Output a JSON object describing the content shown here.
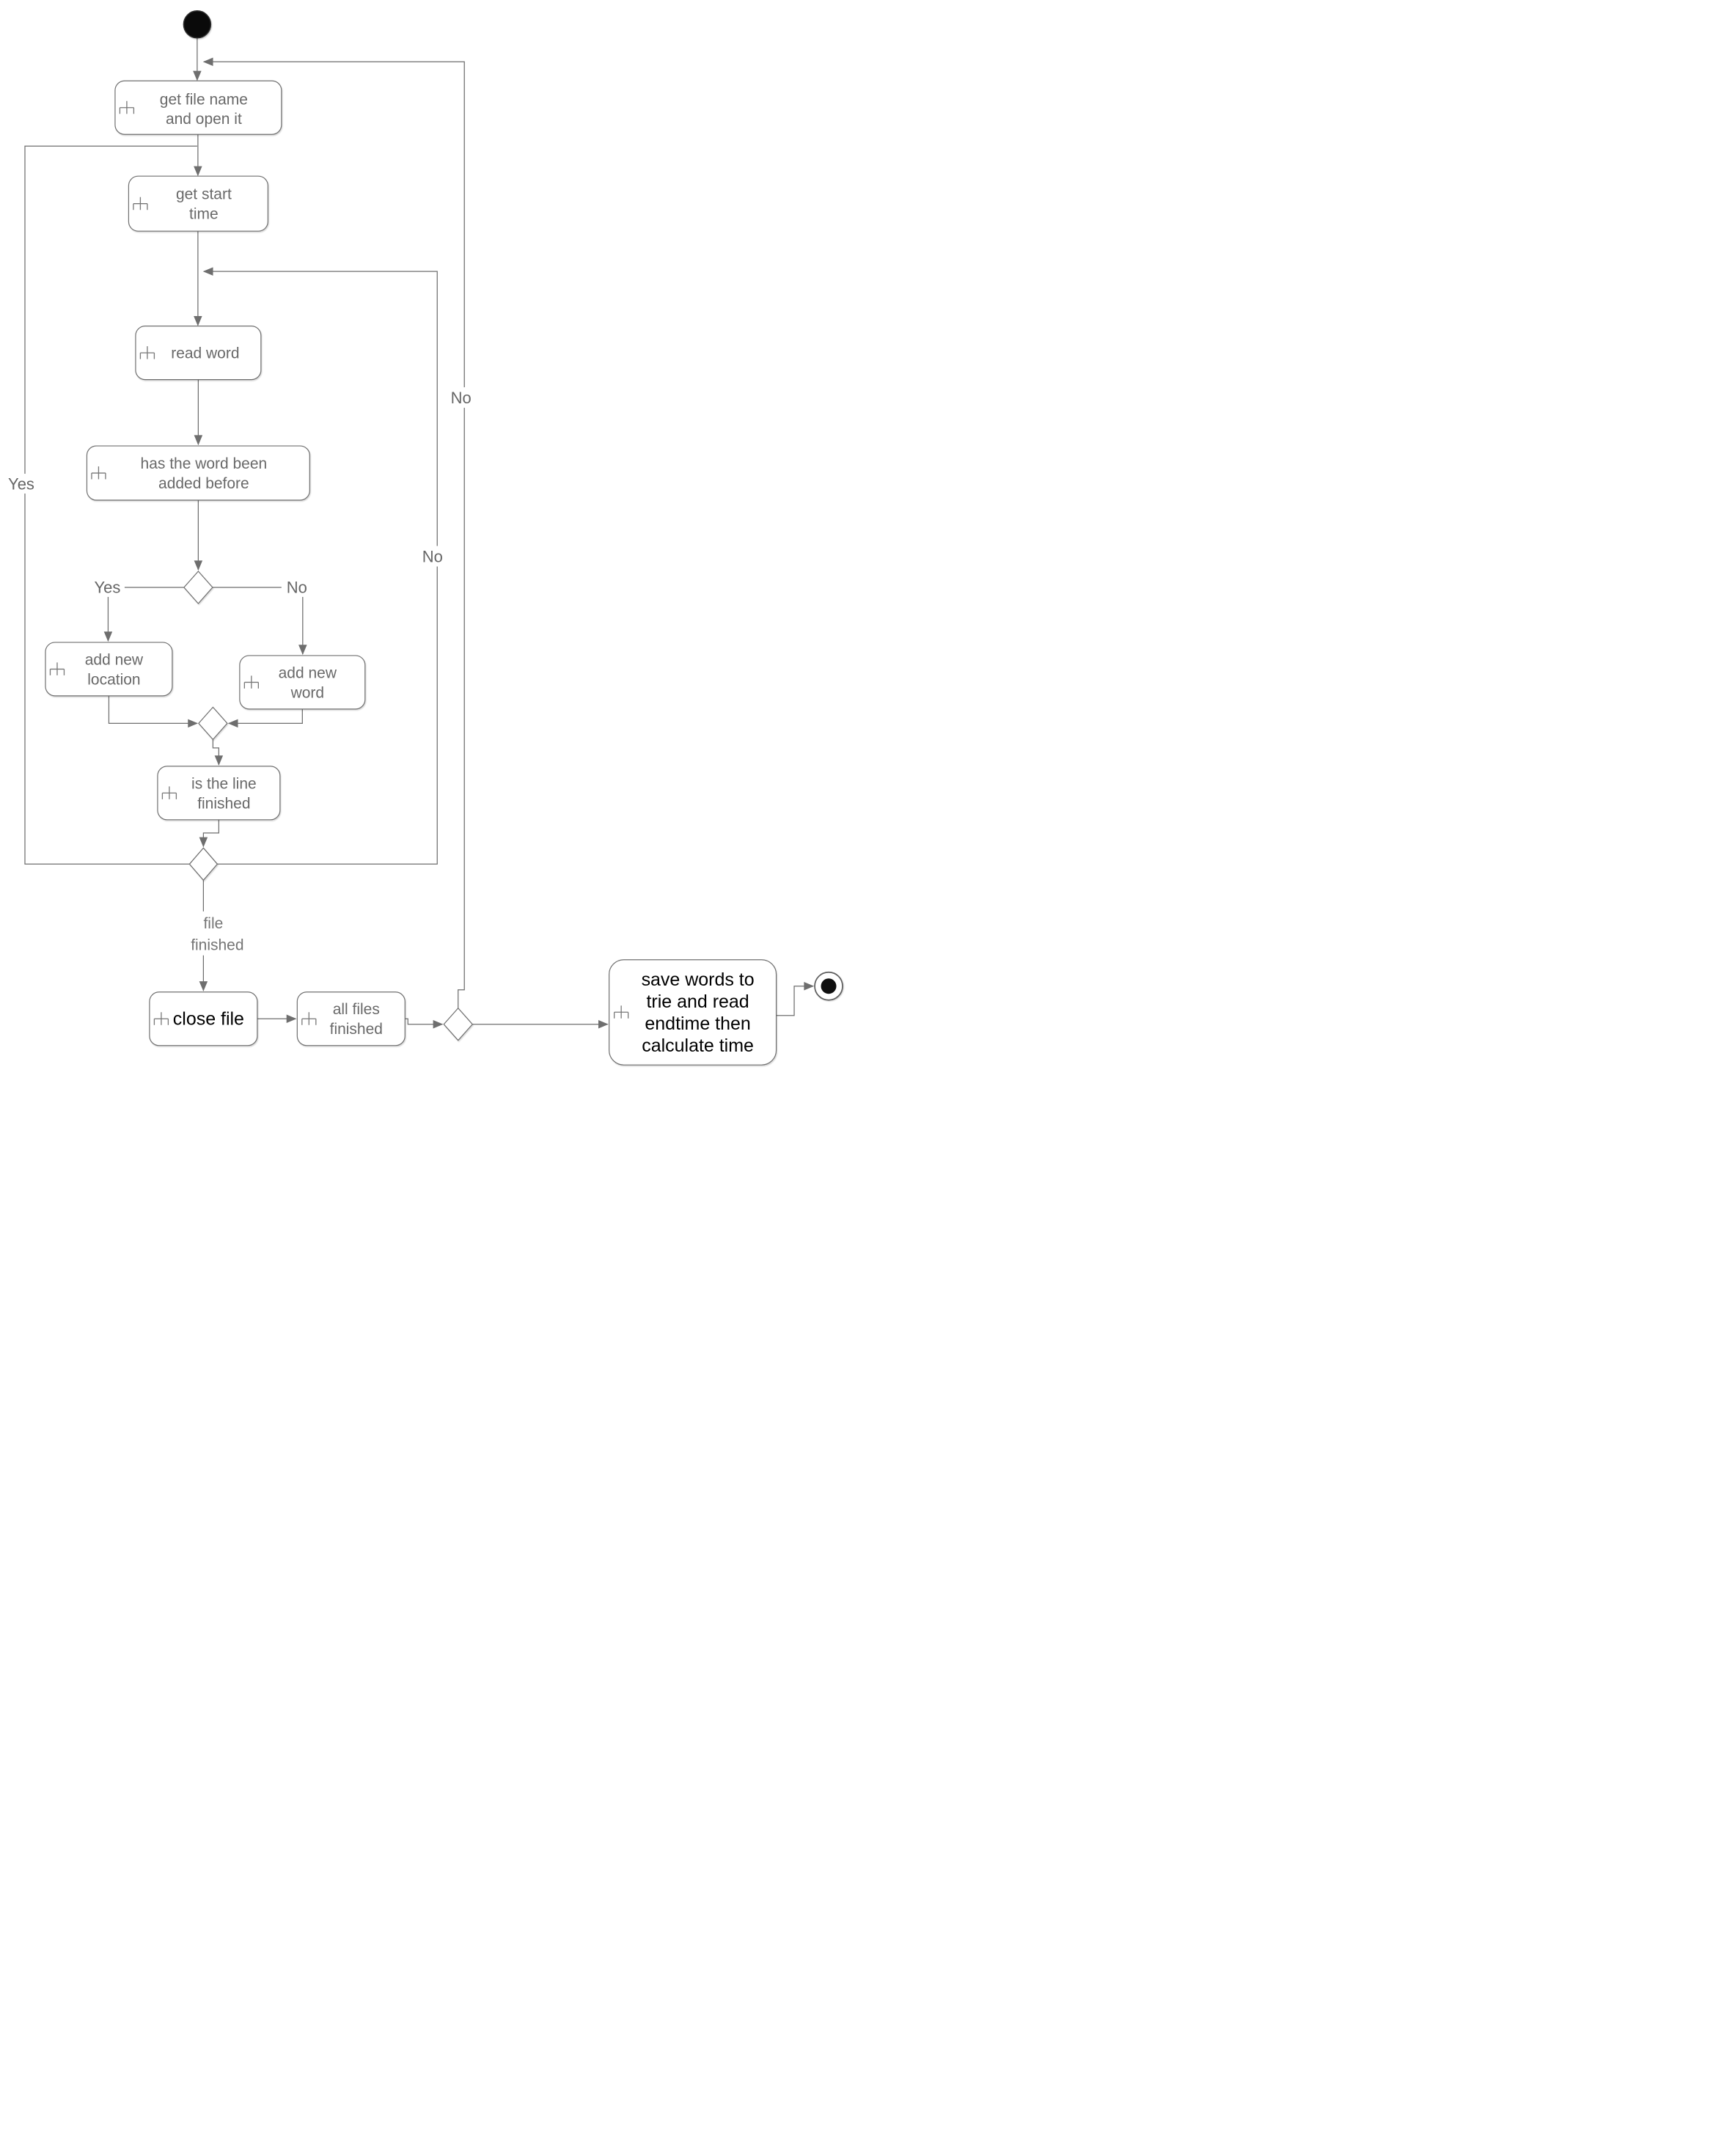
{
  "diagram": {
    "type": "uml-activity-flowchart",
    "nodes": {
      "start": {
        "kind": "initial-node"
      },
      "box1": {
        "line1": "get file name",
        "line2": "and open it"
      },
      "box2": {
        "line1": "get start",
        "line2": "time"
      },
      "box3": {
        "line1": "read word"
      },
      "box4": {
        "line1": "has the word been",
        "line2": "added before"
      },
      "box5": {
        "line1": "add new",
        "line2": "location"
      },
      "box6": {
        "line1": "add new",
        "line2": "word"
      },
      "box7": {
        "line1": "is the line",
        "line2": "finished"
      },
      "box8": {
        "line1": "close file"
      },
      "box9": {
        "line1": "all files",
        "line2": "finished"
      },
      "box10": {
        "line1": "save words to",
        "line2": "trie and read",
        "line3": "endtime then",
        "line4": "calculate time"
      },
      "end": {
        "kind": "final-node"
      }
    },
    "edge_labels": {
      "decision_yes": "Yes",
      "decision_no": "No",
      "left_loop_yes": "Yes",
      "inner_loop_no": "No",
      "outer_loop_no": "No",
      "file_finished_line1": "file",
      "file_finished_line2": "finished"
    },
    "colors": {
      "background": "#ffffff",
      "line": "#6e6e6e",
      "box_border": "#707070",
      "box_fill": "#ffffff",
      "text_gray": "#696969",
      "text_black": "#000000",
      "start_fill": "#0a0a0a",
      "end_fill": "#0f0f0f"
    }
  }
}
